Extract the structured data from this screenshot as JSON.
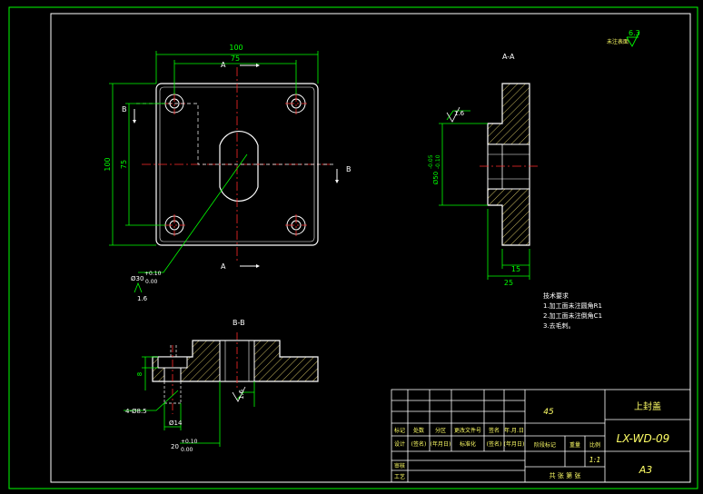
{
  "colors": {
    "background": "#000000",
    "border": "#00ff00",
    "part": "#ffffff",
    "dim": "#00ff00",
    "center": "#ff2a2a",
    "hatch": "#c8b860",
    "hidden": "#ffffff",
    "titletext": "#ffff66",
    "section_label": "#ffffff"
  },
  "views": {
    "top": {
      "dims": {
        "overall_w": "100",
        "hole_w": "75",
        "overall_h": "100",
        "hole_h": "75",
        "bore_dia": "Ø30",
        "bore_tol_top": "+0.10",
        "bore_tol_bot": "0.00",
        "bore_rough": "1.6"
      },
      "section_marks": {
        "a_top": "A",
        "a_bottom": "A",
        "b_left": "B",
        "b_right": "B"
      }
    },
    "section_a": {
      "title": "A-A",
      "dims": {
        "dia": "Ø50",
        "tol_top": "-0.05",
        "tol_bot": "-0.10",
        "thk_inner": "15",
        "thk_outer": "25",
        "rough": "1.6"
      }
    },
    "section_b": {
      "title": "B-B",
      "dims": {
        "cbore_depth": "8",
        "holes": "4-Ø8.5",
        "cbore_dia": "Ø14",
        "bore_dia": "20",
        "tol_top": "+0.10",
        "tol_bot": "0.00",
        "rough": "1.6"
      }
    }
  },
  "roughness_note": {
    "label": "未注表面",
    "value": "6.3"
  },
  "tech_requirements": {
    "title": "技术要求",
    "items": [
      "1.加工面未注圆角R1",
      "2.加工面未注倒角C1",
      "3.去毛刺。"
    ]
  },
  "title_block": {
    "part_name": "上封盖",
    "drawing_no": "LX-WD-09",
    "material": "45",
    "sheet_size": "A3",
    "scale": "1:1",
    "row1": [
      "标记",
      "处数",
      "分区",
      "更改文件号",
      "签名",
      "年.月.日"
    ],
    "row2": [
      "设计",
      "(签名)",
      "(年月日)",
      "标准化",
      "(签名)",
      "(年月日)"
    ],
    "stage_label": "阶段标记",
    "weight_label": "重量",
    "scale_label": "比例",
    "review": "审核",
    "process": "工艺",
    "sheets": "共  张 第  张"
  }
}
